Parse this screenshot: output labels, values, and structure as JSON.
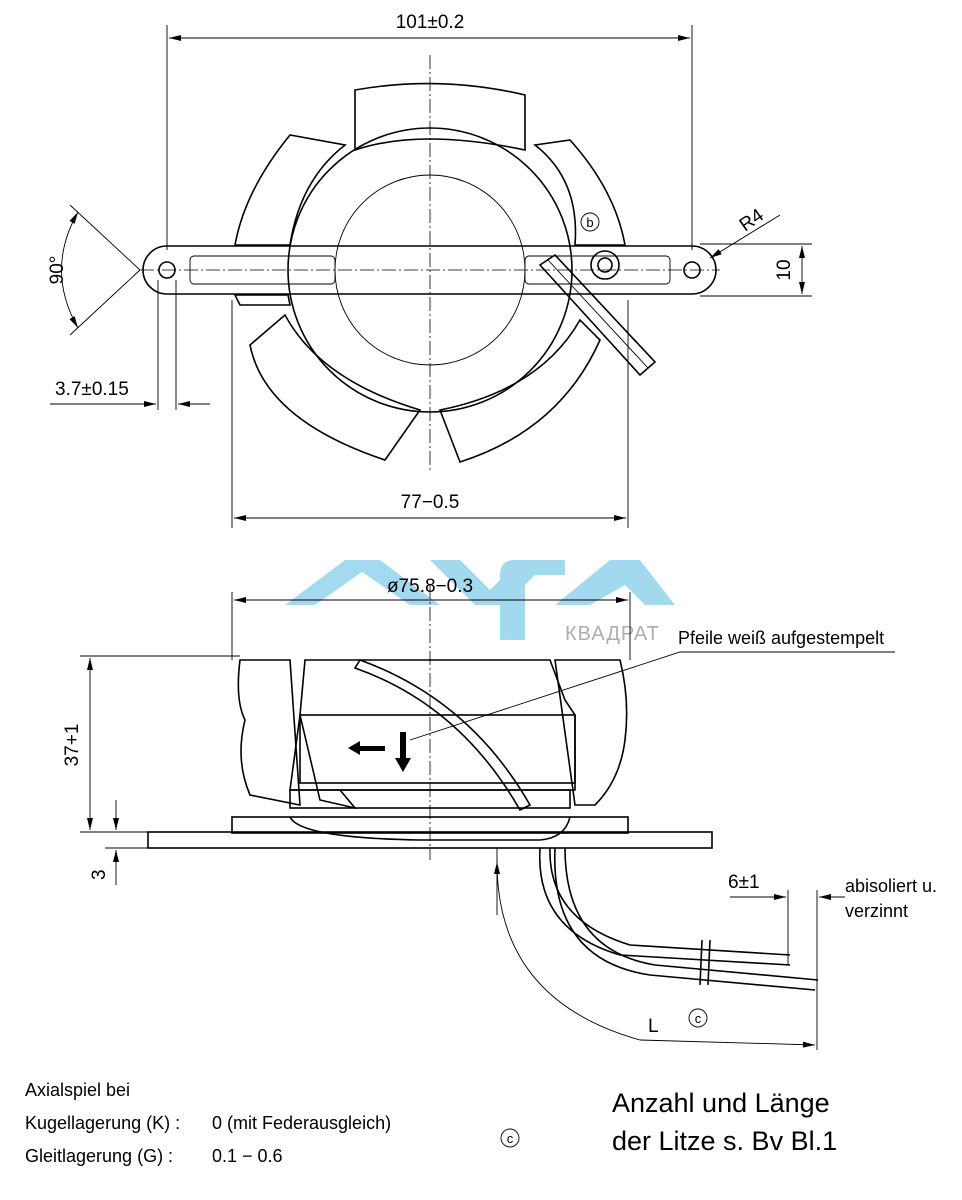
{
  "drawing": {
    "top_view": {
      "dim_width": "101±0.2",
      "dim_angle": "90°",
      "dim_radius": "R4",
      "dim_height": "10",
      "dim_hole": "3.7±0.15",
      "dim_body": "77−0.5",
      "marker_b": "b"
    },
    "side_view": {
      "dim_diameter": "ø75.8−0.3",
      "dim_height": "37+1",
      "dim_plate": "3",
      "arrow_note": "Pfeile weiß aufgestempelt",
      "dim_strip": "6±1",
      "strip_note_1": "abisoliert u.",
      "strip_note_2": "verzinnt",
      "dim_length": "L",
      "marker_c": "c"
    },
    "notes": {
      "axial_title": "Axialspiel bei",
      "ball_label": "Kugellagerung (K) :",
      "ball_value": "0 (mit Federausgleich)",
      "sleeve_label": "Gleitlagerung  (G) :",
      "sleeve_value": "0.1 − 0.6",
      "marker_c": "c",
      "wire_note_1": "Anzahl und Länge",
      "wire_note_2": "der Litze s. Bv Bl.1"
    },
    "watermark": {
      "logo": "AYFA",
      "sub": "КВАДРАТ"
    }
  }
}
